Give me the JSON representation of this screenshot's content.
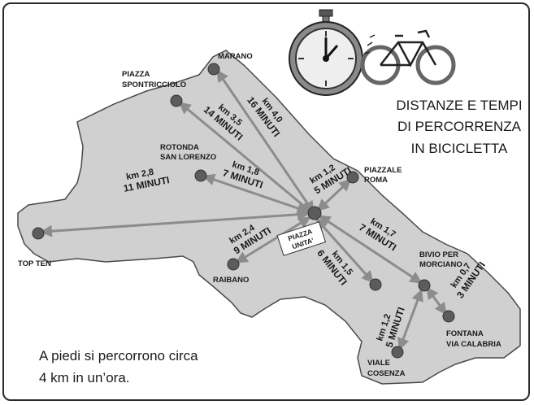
{
  "title": {
    "line1": "DISTANZE E TEMPI",
    "line2": "DI PERCORRENZA",
    "line3": "IN BICICLETTA"
  },
  "note": {
    "line1": "A piedi si percorrono circa",
    "line2": "4 km in un’ora."
  },
  "center": {
    "line1": "PIAZZA",
    "line2": "UNITA'"
  },
  "places": {
    "marano": {
      "name": "MARANO"
    },
    "spontricciolo": {
      "line1": "PIAZZA",
      "line2": "SPONTRICCIOLO"
    },
    "rotonda": {
      "line1": "ROTONDA",
      "line2": "SAN LORENZO"
    },
    "topten": {
      "name": "TOP TEN"
    },
    "piazzaleroma": {
      "line1": "PIAZZALE",
      "line2": "ROMA"
    },
    "raibano": {
      "name": "RAIBANO"
    },
    "bivio": {
      "line1": "BIVIO PER",
      "line2": "MORCIANO"
    },
    "fontana": {
      "line1": "FONTANA",
      "line2": "VIA CALABRIA"
    },
    "vialecosenza": {
      "line1": "VIALE",
      "line2": "COSENZA"
    }
  },
  "routes": {
    "marano": {
      "km": "km 4,0",
      "min": "16 MINUTI"
    },
    "spontricciolo": {
      "km": "km 3,5",
      "min": "14 MINUTI"
    },
    "topten": {
      "km": "km 2,8",
      "min": "11 MINUTI"
    },
    "rotonda": {
      "km": "km 1,8",
      "min": "7 MINUTI"
    },
    "piazzaleroma": {
      "km": "km 1,2",
      "min": "5 MINUTI"
    },
    "raibano": {
      "km": "km 2,4",
      "min": "9 MINUTI"
    },
    "bivio": {
      "km": "km 1,7",
      "min": "7 MINUTI"
    },
    "south": {
      "km": "km 1,5",
      "min": "6 MINUTI"
    },
    "fontana": {
      "km": "km 0,7",
      "min": "3 MINUTI"
    },
    "vialecosenza": {
      "km": "km 1,2",
      "min": "5 MINUTI"
    }
  },
  "colors": {
    "land": "#d0d0d0",
    "coast": "#4a4a4a",
    "route": "#8c8c8c",
    "node": "#5c5c5c",
    "ink": "#1a1a1a"
  },
  "icons": {
    "clock": "stopwatch-icon",
    "bike": "bicycle-icon"
  }
}
